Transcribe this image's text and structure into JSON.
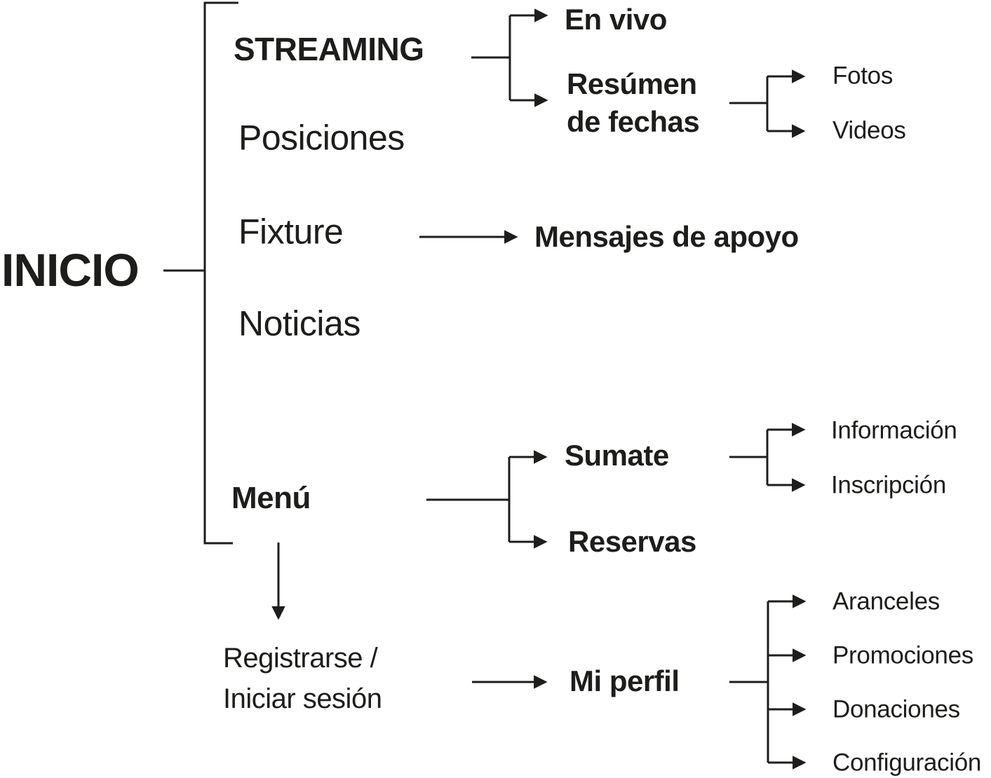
{
  "diagram_title": "INICIO",
  "colors": {
    "ink": "#1d1d1b",
    "background": "#ffffff"
  },
  "nodes": {
    "inicio": "INICIO",
    "streaming": "STREAMING",
    "posiciones": "Posiciones",
    "fixture": "Fixture",
    "noticias": "Noticias",
    "menu": "Menú",
    "en_vivo": "En vivo",
    "resumen_de_fechas": "Resúmen\nde fechas",
    "fotos": "Fotos",
    "videos": "Videos",
    "mensajes_de_apoyo": "Mensajes de apoyo",
    "sumate": "Sumate",
    "reservas": "Reservas",
    "informacion": "Información",
    "inscripcion": "Inscripción",
    "registrarse_iniciar_sesion": "Registrarse /\nIniciar sesión",
    "mi_perfil": "Mi perfil",
    "aranceles": "Aranceles",
    "promociones": "Promociones",
    "donaciones": "Donaciones",
    "configuracion": "Configuración"
  },
  "hierarchy": {
    "INICIO": [
      "STREAMING",
      "Posiciones",
      "Fixture",
      "Noticias",
      "Menú"
    ],
    "STREAMING": [
      "En vivo",
      "Resúmen de fechas"
    ],
    "Resúmen de fechas": [
      "Fotos",
      "Videos"
    ],
    "Fixture": [
      "Mensajes de apoyo"
    ],
    "Menú": [
      "Sumate",
      "Reservas",
      "Registrarse / Iniciar sesión"
    ],
    "Sumate": [
      "Información",
      "Inscripción"
    ],
    "Registrarse / Iniciar sesión": [
      "Mi perfil"
    ],
    "Mi perfil": [
      "Aranceles",
      "Promociones",
      "Donaciones",
      "Configuración"
    ]
  }
}
